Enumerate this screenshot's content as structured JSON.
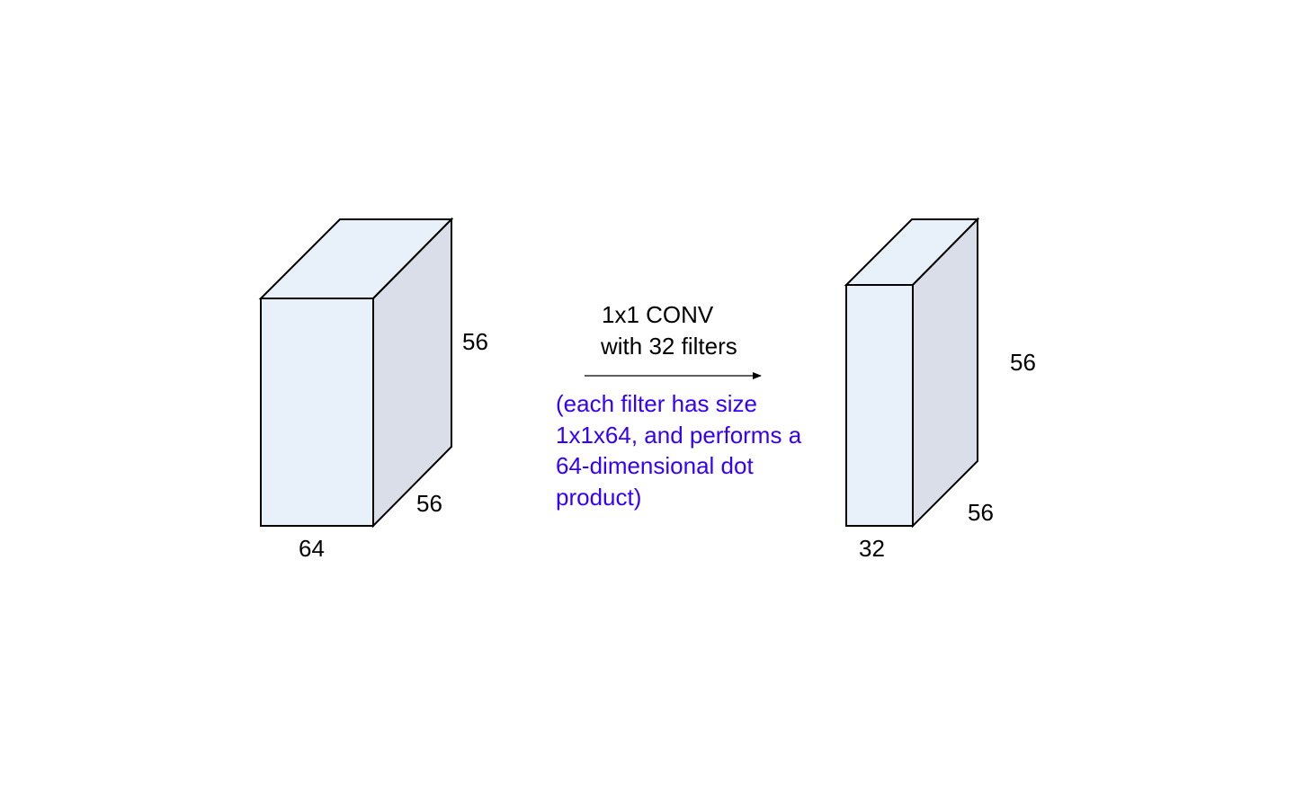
{
  "colors": {
    "front_face": "#E8F0FA",
    "top_face": "#E8F0FA",
    "side_face": "#D9DEE8",
    "edge": "#000000",
    "caption_text": "#000000",
    "note_text": "#3300FF"
  },
  "input_volume": {
    "height_label": "56",
    "depth_label": "56",
    "width_label": "64"
  },
  "operation": {
    "title": "1x1 CONV",
    "subtitle": "with 32 filters",
    "note_lines": [
      "(each filter has size",
      "1x1x64, and performs a",
      "64-dimensional dot",
      "product)"
    ]
  },
  "output_volume": {
    "height_label": "56",
    "depth_label": "56",
    "width_label": "32"
  }
}
